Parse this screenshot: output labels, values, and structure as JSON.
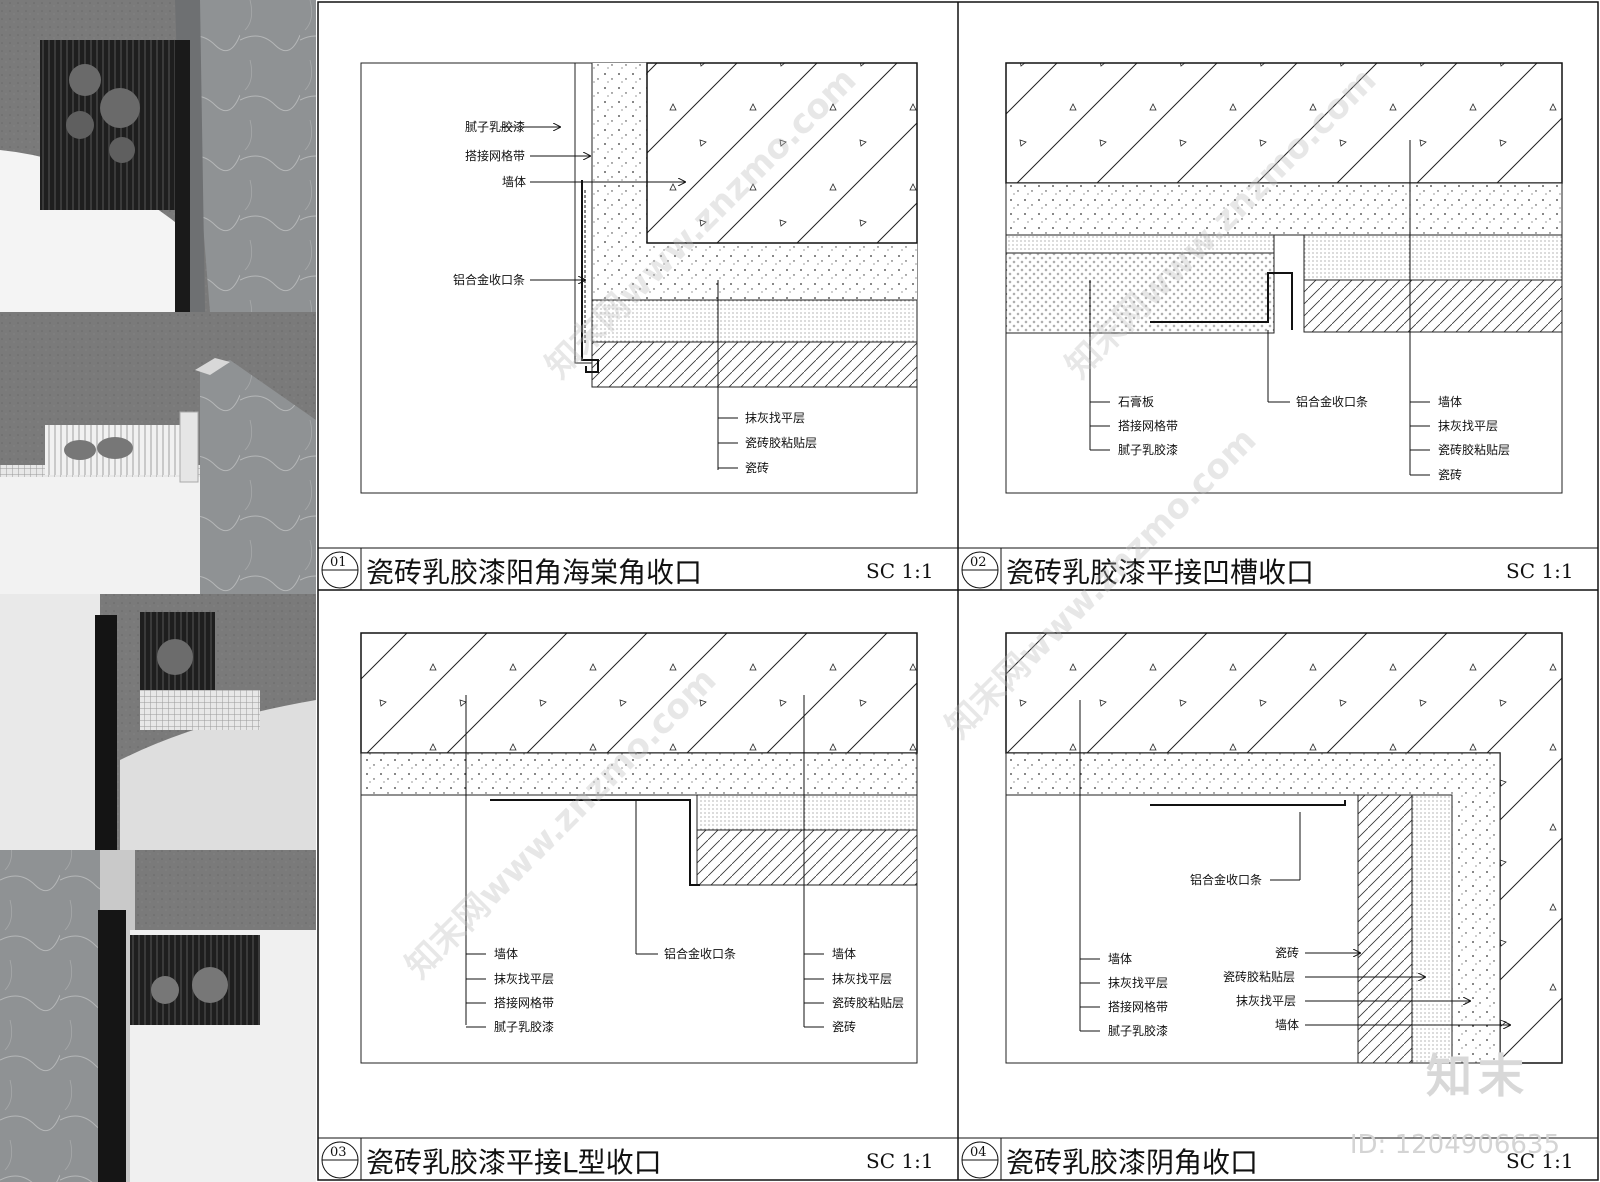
{
  "photos": [
    {
      "name": "photo-outer-corner-trim"
    },
    {
      "name": "photo-recessed-groove-trim"
    },
    {
      "name": "photo-l-type-trim"
    },
    {
      "name": "photo-inner-corner-trim"
    }
  ],
  "panels": [
    {
      "num": "01",
      "title": "瓷砖乳胶漆阳角海棠角收口",
      "scale": "SC 1:1",
      "labels_left": [
        "腻子乳胶漆",
        "搭接网格带",
        "墙体",
        "铝合金收口条"
      ],
      "labels_bottom": [
        "抹灰找平层",
        "瓷砖胶粘贴层",
        "瓷砖"
      ]
    },
    {
      "num": "02",
      "title": "瓷砖乳胶漆平接凹槽收口",
      "scale": "SC 1:1",
      "labels_a": [
        "石膏板",
        "搭接网格带",
        "腻子乳胶漆"
      ],
      "label_mid": "铝合金收口条",
      "labels_b": [
        "墙体",
        "抹灰找平层",
        "瓷砖胶粘贴层",
        "瓷砖"
      ]
    },
    {
      "num": "03",
      "title": "瓷砖乳胶漆平接L型收口",
      "scale": "SC 1:1",
      "labels_a": [
        "墙体",
        "抹灰找平层",
        "搭接网格带",
        "腻子乳胶漆"
      ],
      "label_mid": "铝合金收口条",
      "labels_b": [
        "墙体",
        "抹灰找平层",
        "瓷砖胶粘贴层",
        "瓷砖"
      ]
    },
    {
      "num": "04",
      "title": "瓷砖乳胶漆阴角收口",
      "scale": "SC 1:1",
      "label_mid": "铝合金收口条",
      "labels_a": [
        "墙体",
        "抹灰找平层",
        "搭接网格带",
        "腻子乳胶漆"
      ],
      "labels_b": [
        "瓷砖",
        "瓷砖胶粘贴层",
        "抹灰找平层",
        "墙体"
      ]
    }
  ],
  "watermark": {
    "text": "知末网www.znzmo.com",
    "logo": "知末",
    "id": "ID: 1204906635"
  }
}
